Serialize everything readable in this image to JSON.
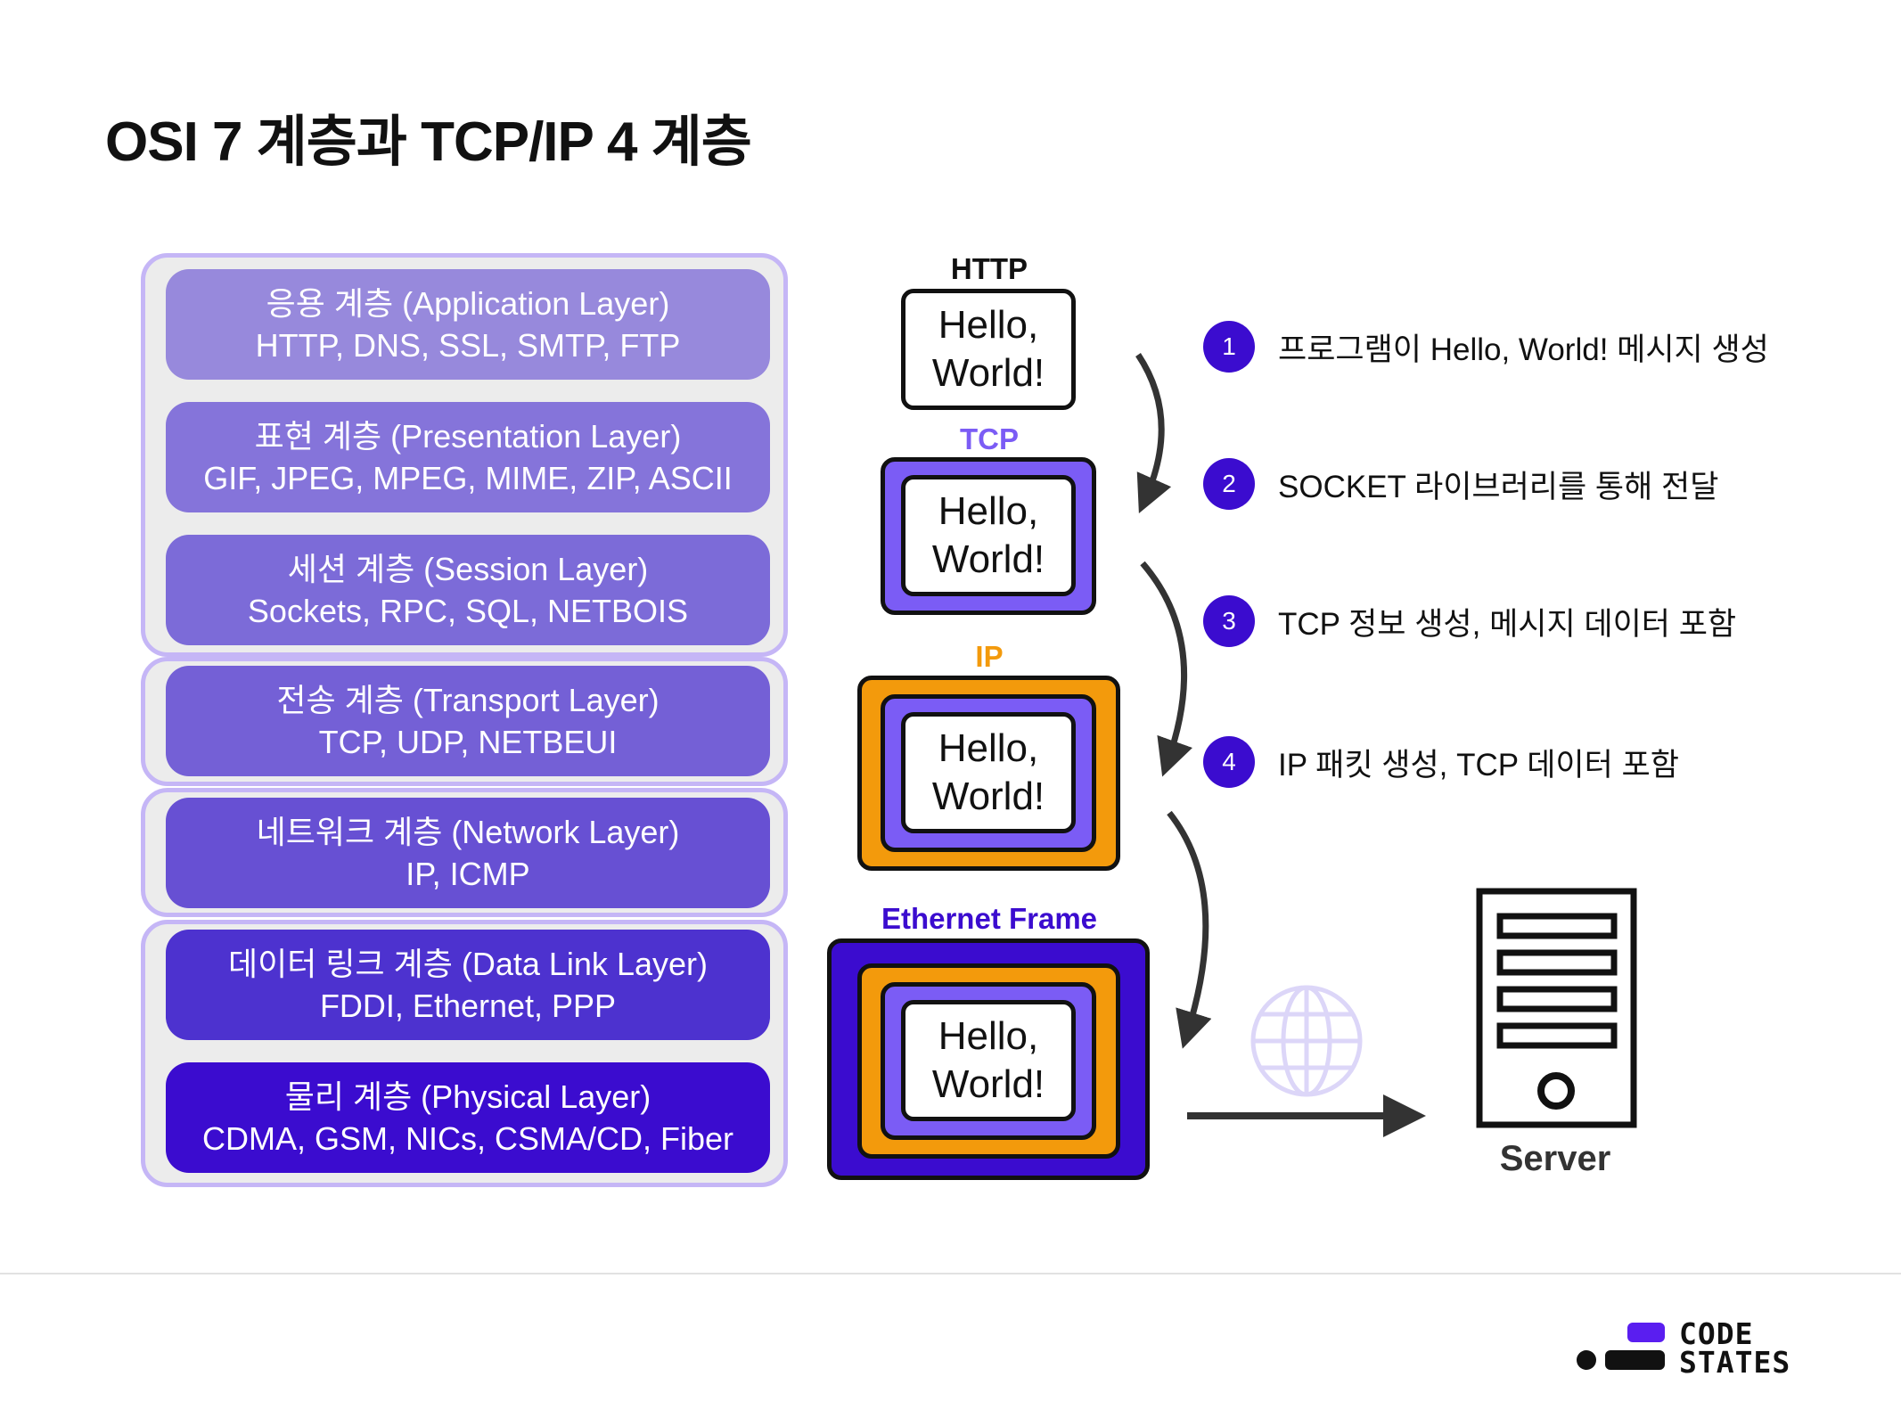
{
  "title": "OSI 7 계층과 TCP/IP 4 계층",
  "osi_layers": [
    {
      "name": "응용 계층 (Application Layer)",
      "protocols": "HTTP, DNS, SSL, SMTP, FTP",
      "color": "#9789dc"
    },
    {
      "name": "표현 계층 (Presentation Layer)",
      "protocols": "GIF, JPEG, MPEG, MIME, ZIP, ASCII",
      "color": "#8574da"
    },
    {
      "name": "세션 계층 (Session Layer)",
      "protocols": "Sockets, RPC, SQL, NETBOIS",
      "color": "#7c6bd8"
    },
    {
      "name": "전송 계층 (Transport Layer)",
      "protocols": "TCP, UDP, NETBEUI",
      "color": "#7460d6"
    },
    {
      "name": "네트워크 계층 (Network Layer)",
      "protocols": "IP, ICMP",
      "color": "#6750d3"
    },
    {
      "name": "데이터 링크 계층 (Data Link Layer)",
      "protocols": "FDDI, Ethernet, PPP",
      "color": "#4d32cf"
    },
    {
      "name": "물리 계층 (Physical Layer)",
      "protocols": "CDMA, GSM, NICs, CSMA/CD, Fiber",
      "color": "#3b0ccf"
    }
  ],
  "packets": {
    "http": {
      "label": "HTTP",
      "line1": "Hello,",
      "line2": "World!"
    },
    "tcp": {
      "label": "TCP",
      "line1": "Hello,",
      "line2": "World!"
    },
    "ip": {
      "label": "IP",
      "line1": "Hello,",
      "line2": "World!"
    },
    "ethernet": {
      "label": "Ethernet Frame",
      "line1": "Hello,",
      "line2": "World!"
    }
  },
  "steps": [
    {
      "num": "1",
      "text": "프로그램이 Hello, World! 메시지 생성"
    },
    {
      "num": "2",
      "text": "SOCKET 라이브러리를 통해 전달"
    },
    {
      "num": "3",
      "text": "TCP 정보 생성, 메시지 데이터 포함"
    },
    {
      "num": "4",
      "text": "IP 패킷 생성, TCP 데이터 포함"
    }
  ],
  "server": {
    "label": "Server"
  },
  "logo": {
    "line1": "CODE",
    "line2": "STATES"
  },
  "colors": {
    "tcp_purple": "#7b5cf5",
    "ip_orange": "#f39a0c",
    "ethernet_indigo": "#3b0ccf",
    "step_badge": "#3b0ccf",
    "globe": "#dcd6f8"
  },
  "icons": [
    "curved-arrow-icon",
    "globe-icon",
    "right-arrow-icon",
    "server-icon",
    "logo-icon"
  ]
}
